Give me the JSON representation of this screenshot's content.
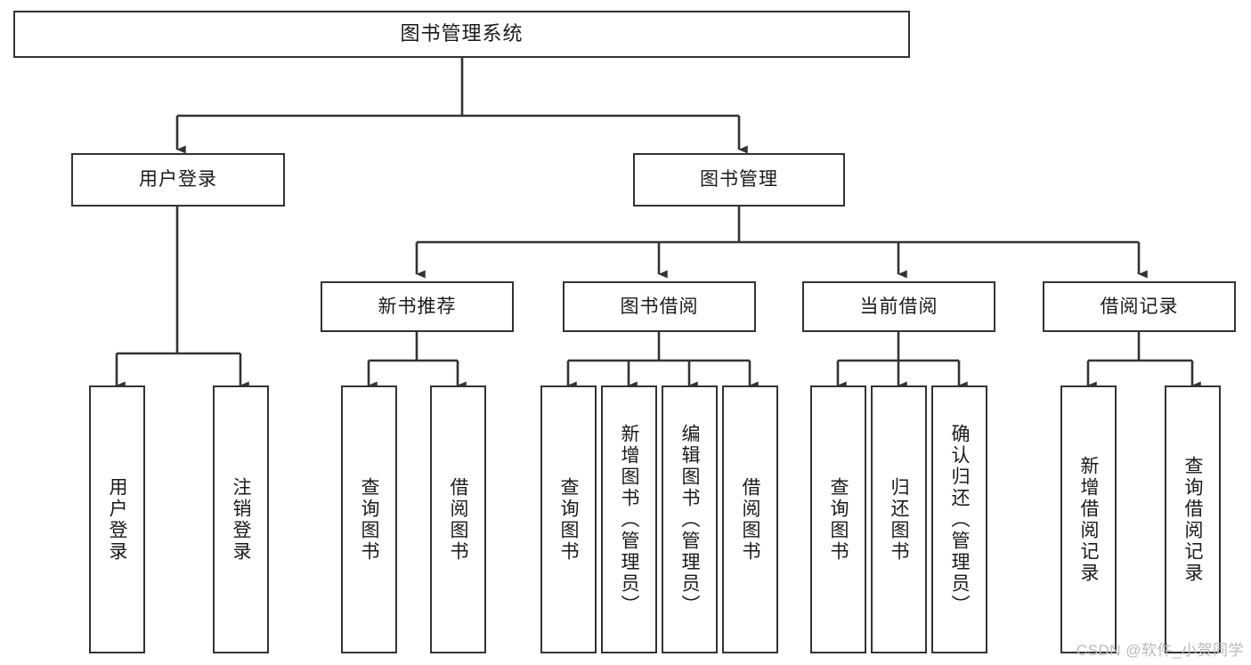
{
  "diagram": {
    "title": "图书管理系统",
    "watermark": "CSDN @软件_小贺同学",
    "colors": {
      "background": "#ffffff",
      "box_border": "#333333",
      "box_fill": "#ffffff",
      "edge": "#333333",
      "text": "#1a1a1a",
      "watermark": "#b9b9b9"
    },
    "levels": {
      "root": "图书管理系统",
      "level1": [
        "用户登录",
        "图书管理"
      ],
      "level2": [
        "新书推荐",
        "图书借阅",
        "当前借阅",
        "借阅记录"
      ]
    }
  },
  "nodes": {
    "root": {
      "label": "图书管理系统"
    },
    "user_login": {
      "label": "用户登录"
    },
    "book_manage": {
      "label": "图书管理"
    },
    "new_book_rec": {
      "label": "新书推荐"
    },
    "book_borrow": {
      "label": "图书借阅"
    },
    "current_borrow": {
      "label": "当前借阅"
    },
    "borrow_record": {
      "label": "借阅记录"
    },
    "leaf_user_login": {
      "label": "用户登录"
    },
    "leaf_logout": {
      "label": "注销登录"
    },
    "leaf_query_book_1": {
      "label": "查询图书"
    },
    "leaf_borrow_book_1": {
      "label": "借阅图书"
    },
    "leaf_query_book_2": {
      "label": "查询图书"
    },
    "leaf_add_book_admin": {
      "label": "新增图书（管理员）"
    },
    "leaf_edit_book_admin": {
      "label": "编辑图书（管理员）"
    },
    "leaf_borrow_book_2": {
      "label": "借阅图书"
    },
    "leaf_query_book_3": {
      "label": "查询图书"
    },
    "leaf_return_book": {
      "label": "归还图书"
    },
    "leaf_confirm_return_admin": {
      "label": "确认归还（管理员）"
    },
    "leaf_add_record": {
      "label": "新增借阅记录"
    },
    "leaf_query_record": {
      "label": "查询借阅记录"
    }
  },
  "tree": {
    "label": "图书管理系统",
    "children": [
      {
        "label": "用户登录",
        "children": [
          {
            "label": "用户登录"
          },
          {
            "label": "注销登录"
          }
        ]
      },
      {
        "label": "图书管理",
        "children": [
          {
            "label": "新书推荐",
            "children": [
              {
                "label": "查询图书"
              },
              {
                "label": "借阅图书"
              }
            ]
          },
          {
            "label": "图书借阅",
            "children": [
              {
                "label": "查询图书"
              },
              {
                "label": "新增图书（管理员）"
              },
              {
                "label": "编辑图书（管理员）"
              },
              {
                "label": "借阅图书"
              }
            ]
          },
          {
            "label": "当前借阅",
            "children": [
              {
                "label": "查询图书"
              },
              {
                "label": "归还图书"
              },
              {
                "label": "确认归还（管理员）"
              }
            ]
          },
          {
            "label": "借阅记录",
            "children": [
              {
                "label": "新增借阅记录"
              },
              {
                "label": "查询借阅记录"
              }
            ]
          }
        ]
      }
    ]
  }
}
